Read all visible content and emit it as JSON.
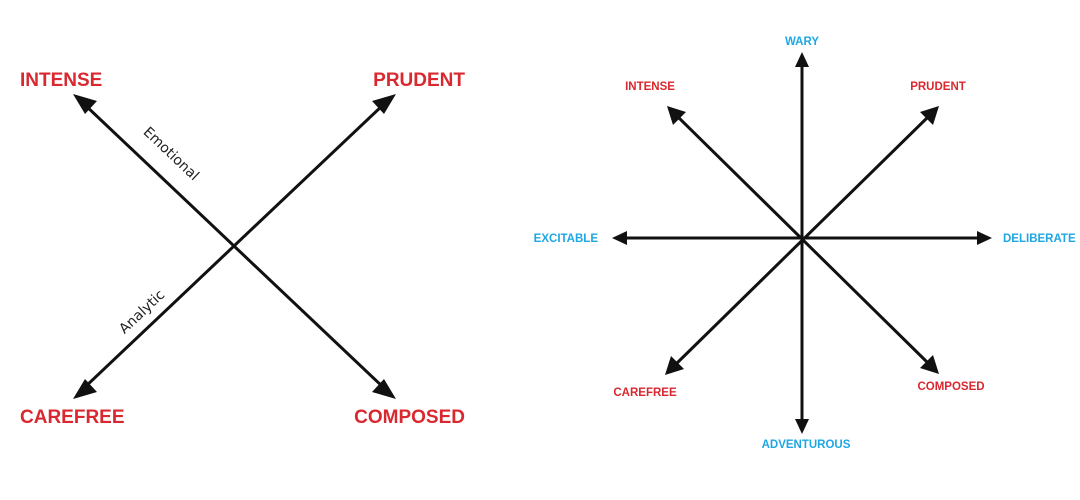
{
  "colors": {
    "red": "#d9282f",
    "blue": "#1ea7e4",
    "arrow": "#111111"
  },
  "left_diagram": {
    "labels": {
      "top_left": "INTENSE",
      "top_right": "PRUDENT",
      "bottom_left": "CAREFREE",
      "bottom_right": "COMPOSED"
    },
    "axis_notes": {
      "emotional": "Emotional",
      "analytic": "Analytic"
    }
  },
  "right_diagram": {
    "labels": {
      "top": "WARY",
      "top_right": "PRUDENT",
      "right": "DELIBERATE",
      "bottom_right": "COMPOSED",
      "bottom": "ADVENTUROUS",
      "bottom_left": "CAREFREE",
      "left": "EXCITABLE",
      "top_left": "INTENSE"
    }
  }
}
